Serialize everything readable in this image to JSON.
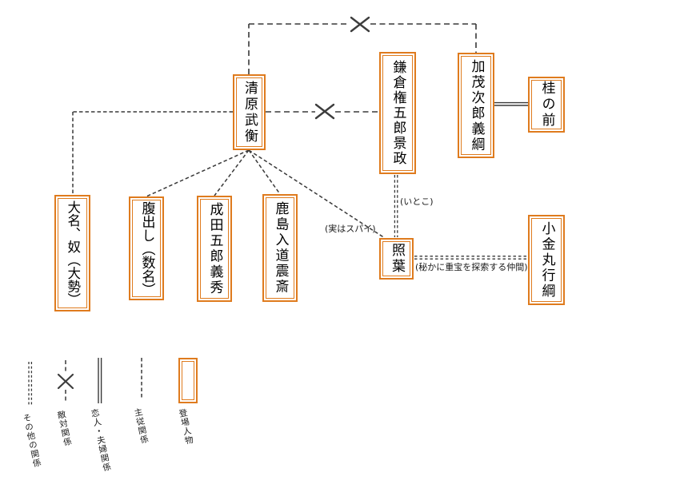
{
  "diagram": {
    "title": "character-relationship-chart",
    "boxes": [
      {
        "id": "kiyohara-takehira",
        "name": "清原武衡"
      },
      {
        "id": "kamakura-gongoro-kagemasa",
        "name": "鎌倉権五郎景政"
      },
      {
        "id": "kamo-jiro-yoshitsuna",
        "name": "加茂次郎義綱"
      },
      {
        "id": "katsura-no-mae",
        "name": "桂の前"
      },
      {
        "id": "daimyo-yakko",
        "name": "大名、奴（大勢）"
      },
      {
        "id": "haradashi",
        "name": "腹出し（数名）"
      },
      {
        "id": "narita-goro-yoshihide",
        "name": "成田五郎義秀"
      },
      {
        "id": "kashima-nyudo-shinsai",
        "name": "鹿島入道震斎"
      },
      {
        "id": "teruha",
        "name": "照葉"
      },
      {
        "id": "koganemaru-yukitsuna",
        "name": "小金丸行綱"
      }
    ],
    "annotations": [
      {
        "id": "cousin",
        "text": "(いとこ)"
      },
      {
        "id": "spy",
        "text": "(実はスパイ)"
      },
      {
        "id": "treasure",
        "text": "(秘かに重宝を探索する仲間)"
      }
    ],
    "legend": [
      {
        "id": "other-relationship",
        "label": "その他の関係",
        "line_style": "double-dashed"
      },
      {
        "id": "hostile-relationship",
        "label": "敵対関係",
        "line_style": "dashed-with-x"
      },
      {
        "id": "couple-relationship",
        "label": "恋人・夫婦関係",
        "line_style": "double-solid"
      },
      {
        "id": "master-servant-relationship",
        "label": "主従関係",
        "line_style": "dashed"
      },
      {
        "id": "character",
        "label": "登場人物",
        "line_style": "orange-double-box"
      }
    ],
    "colors": {
      "box_border": "#df7b1e",
      "line": "#383838",
      "background": "#ffffff"
    }
  }
}
